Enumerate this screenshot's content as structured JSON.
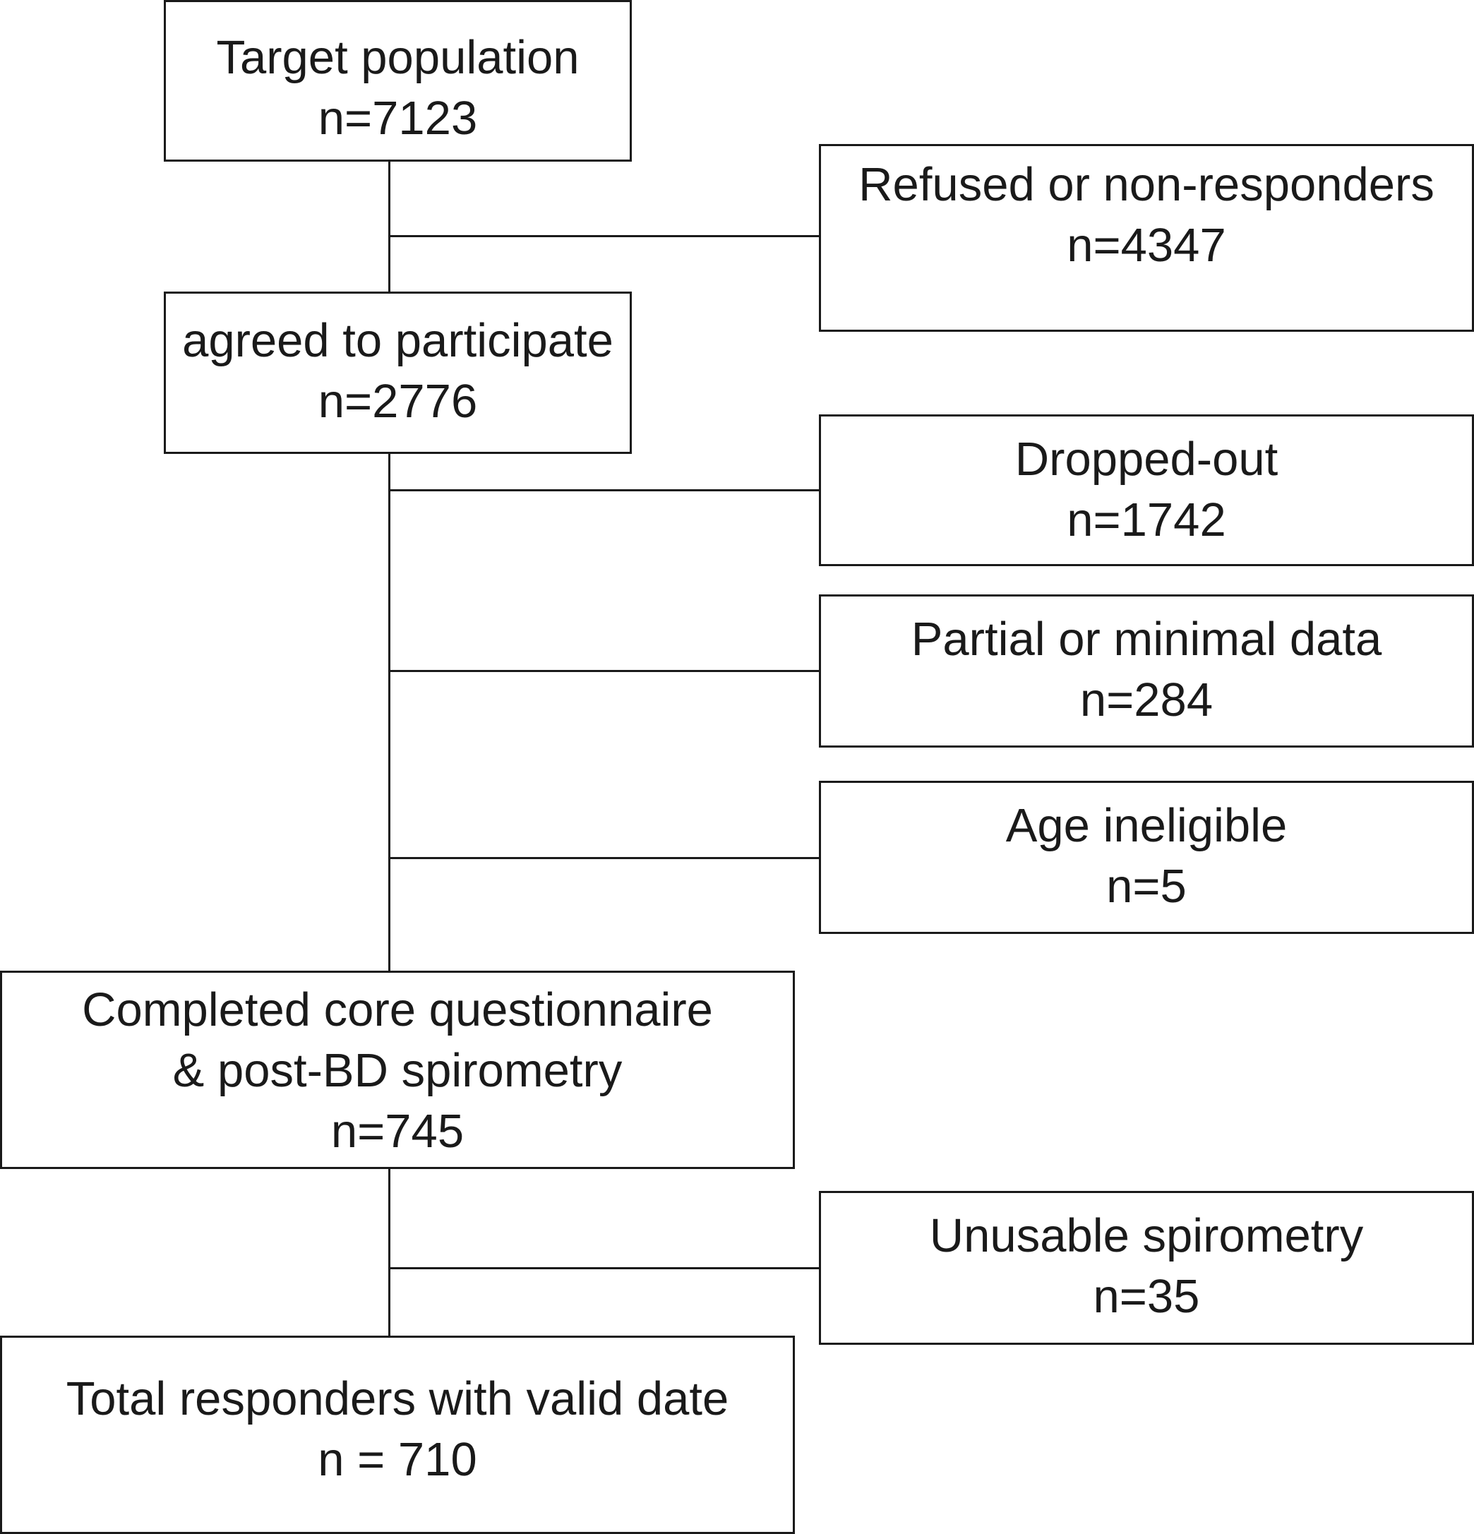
{
  "flowchart": {
    "target": {
      "title": "Target population",
      "count": "n=7123"
    },
    "refused": {
      "title": "Refused or non-responders",
      "count": "n=4347"
    },
    "agreed": {
      "title": "agreed to participate",
      "count": "n=2776"
    },
    "dropped": {
      "title": "Dropped-out",
      "count": "n=1742"
    },
    "partial": {
      "title": "Partial or minimal data",
      "count": "n=284"
    },
    "age": {
      "title": "Age ineligible",
      "count": "n=5"
    },
    "completed": {
      "title_line1": "Completed core questionnaire",
      "title_line2": "& post-BD spirometry",
      "count": "n=745"
    },
    "unusable": {
      "title": "Unusable spirometry",
      "count": "n=35"
    },
    "total": {
      "title": "Total responders with valid date",
      "count": "n = 710"
    }
  }
}
